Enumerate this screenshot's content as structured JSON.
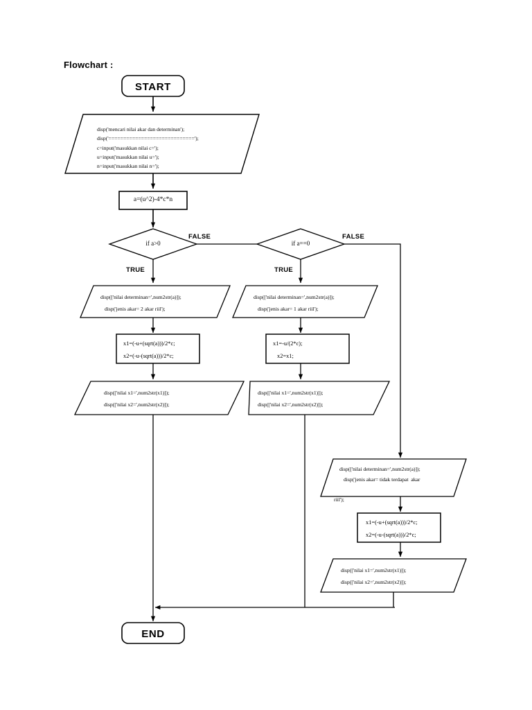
{
  "document": {
    "title": "Flowchart :"
  },
  "flowchart": {
    "start": {
      "label": "START"
    },
    "end": {
      "label": "END"
    },
    "input_block": {
      "lines": [
        "disp('mencari nilai akar dan determinan');",
        "disp('=============================');",
        "c=input('masukkan nilai c=');",
        "u=input('masukkan nilai u=');",
        "n=input('masukkan nilai n=');"
      ]
    },
    "process_determinant": {
      "lines": [
        "a=(u^2)-4*c*n"
      ]
    },
    "decision_positive": {
      "label": "if a>0",
      "true_label": "TRUE",
      "false_label": "FALSE"
    },
    "decision_zero": {
      "label": "if a==0",
      "true_label": "TRUE",
      "false_label": "FALSE"
    },
    "branch_two_roots": {
      "output_determinant": {
        "lines": [
          "disp(['nilai determinan=',num2str(a)]);",
          "disp('jenis akar= 2 akar riil');"
        ]
      },
      "process_roots": {
        "lines": [
          "x1=(-u+(sqrt(a)))/2*c;",
          "x2=(-u-(sqrt(a)))/2*c;"
        ]
      },
      "output_roots": {
        "lines": [
          "disp(['nilai x1=',num2str(x1)]);",
          "disp(['nilai x2=',num2str(x2)]);"
        ]
      }
    },
    "branch_one_root": {
      "output_determinant": {
        "lines": [
          "disp(['nilai determinan=',num2str(a)]);",
          "disp('jenis akar= 1 akar riil');"
        ]
      },
      "process_roots": {
        "lines": [
          "x1=-u/(2*c);",
          "x2=x1;"
        ]
      },
      "output_roots": {
        "lines": [
          "disp(['nilai x1=',num2str(x1)]);",
          "disp(['nilai x2=',num2str(x2)]);"
        ]
      }
    },
    "branch_no_real_roots": {
      "output_determinant": {
        "lines": [
          "disp(['nilai determinan=',num2str(a)]);",
          "disp('jenis akar= tidak terdapat  akar",
          "riil');"
        ]
      },
      "process_roots": {
        "lines": [
          "x1=(-u+(sqrt(a)))/2*c;",
          "x2=(-u-(sqrt(a)))/2*c;"
        ]
      },
      "output_roots": {
        "lines": [
          "disp(['nilai x1=',num2str(x1)]);",
          "disp(['nilai x2=',num2str(x2)]);"
        ]
      }
    }
  },
  "style": {
    "stroke": "#000000",
    "fill": "#ffffff",
    "background": "#ffffff"
  }
}
